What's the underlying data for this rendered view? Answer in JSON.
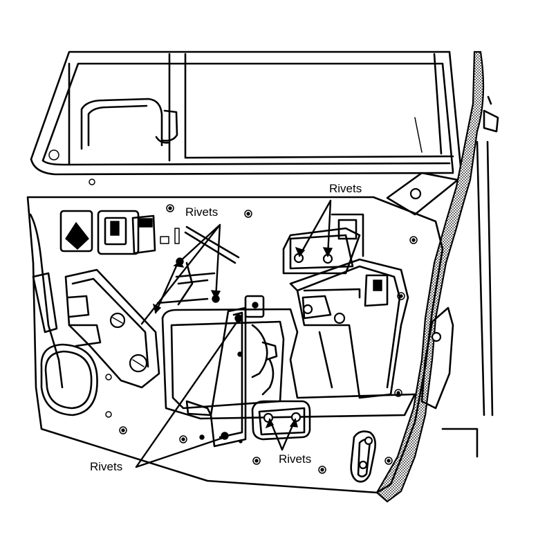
{
  "diagram": {
    "labels": {
      "rivets_upper_right": "Rivets",
      "rivets_upper_left": "Rivets",
      "rivets_lower_right": "Rivets",
      "rivets_lower_left": "Rivets"
    },
    "colors": {
      "ink": "#000000",
      "paper": "#ffffff",
      "stipple": "#8a8a8a"
    }
  }
}
